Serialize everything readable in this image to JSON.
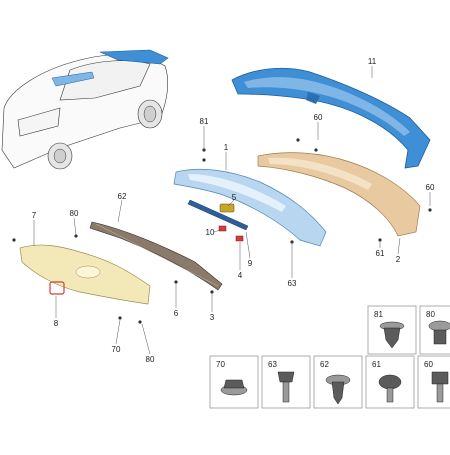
{
  "callouts": {
    "c11": "11",
    "c60a": "60",
    "c81": "81",
    "c1": "1",
    "c60b": "60",
    "c5": "5",
    "c62": "62",
    "c7": "7",
    "c80a": "80",
    "c10": "10",
    "c9": "9",
    "c4": "4",
    "c2": "2",
    "c61": "61",
    "c63": "63",
    "c6": "6",
    "c3": "3",
    "c8": "8",
    "c70": "70",
    "c80b": "80"
  },
  "legend": {
    "b81": "81",
    "b80": "80",
    "b70": "70",
    "b63": "63",
    "b62": "62",
    "b61": "61",
    "b60": "60"
  },
  "colors": {
    "highlight_blue": "#3f8fd6",
    "highlight_light": "#7fb6e6",
    "trim_cream": "#f3e9b8",
    "trim_tan": "#e8c9a0",
    "bracket_gray": "#8a7a6a"
  }
}
